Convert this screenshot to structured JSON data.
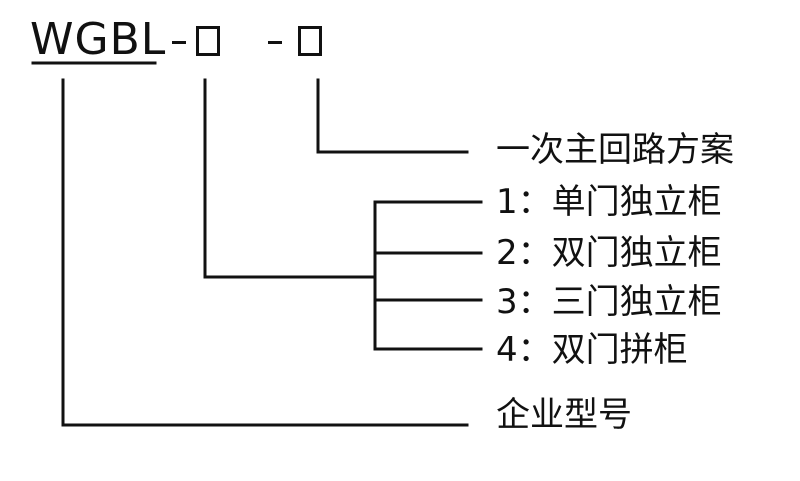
{
  "model": {
    "prefix": "WGBL"
  },
  "labels": {
    "scheme": "一次主回路方案",
    "options": [
      "1：单门独立柜",
      "2：双门独立柜",
      "3：三门独立柜",
      "4：双门拼柜"
    ],
    "company_model": "企业型号"
  }
}
